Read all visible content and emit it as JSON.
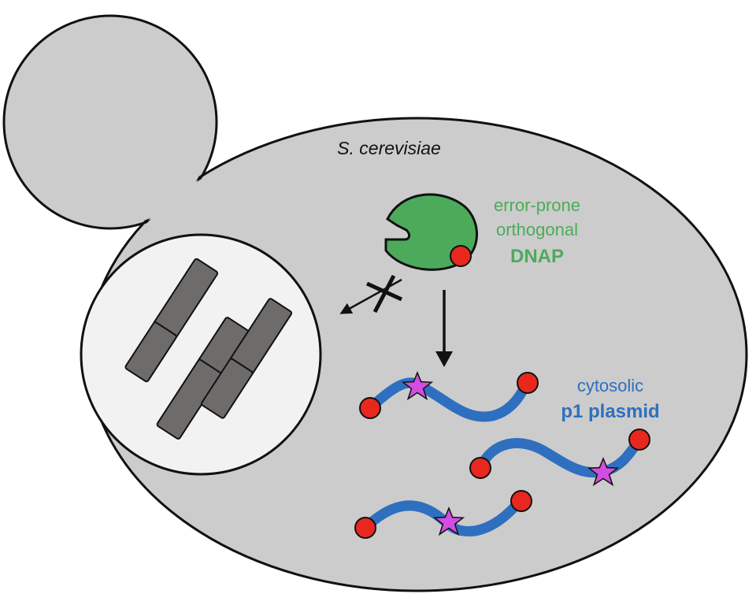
{
  "labels": {
    "organism": "S. cerevisiae",
    "dnap_line1": "error-prone",
    "dnap_line2": "orthogonal",
    "dnap_line3": "DNAP",
    "plasmid_line1": "cytosolic",
    "plasmid_line2": "p1 plasmid"
  },
  "colors": {
    "cell_fill": "#cccccc",
    "nucleus_fill": "#f2f2f2",
    "chromosome_fill": "#6e6b6b",
    "dnap_green": "#4cab5a",
    "dnap_text": "#4cab5a",
    "plasmid_blue": "#2f6fbf",
    "plasmid_text": "#2f6fbf",
    "end_cap_red": "#e8281e",
    "mutation_magenta": "#d24de0"
  },
  "icons": {
    "blocked_arrow": "x-cross-icon",
    "replication_arrow": "arrow-down-icon",
    "mutation": "star-icon"
  }
}
